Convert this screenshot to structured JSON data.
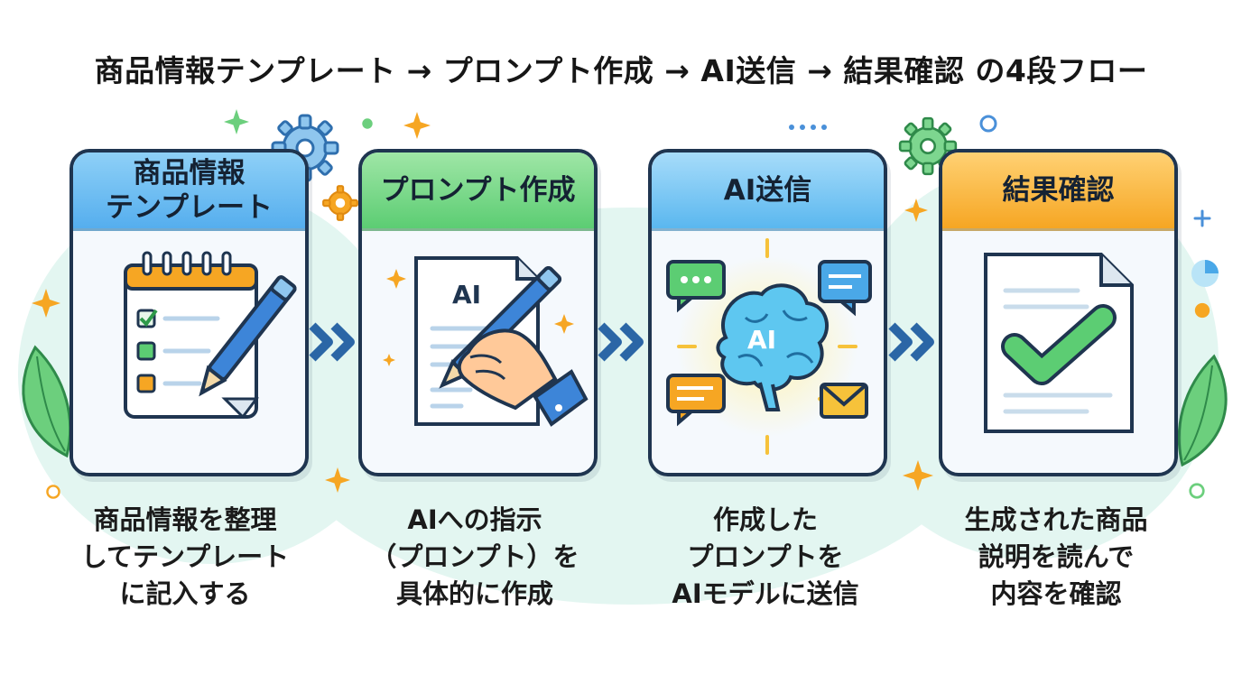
{
  "title": "商品情報テンプレート → プロンプト作成 → AI送信 → 結果確認 の4段フロー",
  "steps": [
    {
      "heading": "商品情報\nテンプレート",
      "icon": "notepad-checklist-pencil-icon",
      "description": [
        "商品情報を整理",
        "してテンプレート",
        "に記入する"
      ]
    },
    {
      "heading": "プロンプト作成",
      "icon": "hand-writing-ai-document-icon",
      "doc_label": "AI",
      "description": [
        "AIへの指示",
        "（プロンプト）を",
        "具体的に作成"
      ]
    },
    {
      "heading": "AI送信",
      "icon": "ai-brain-messages-icon",
      "brain_label": "AI",
      "description": [
        "作成した",
        "プロンプトを",
        "AIモデルに送信"
      ]
    },
    {
      "heading": "結果確認",
      "icon": "document-checkmark-icon",
      "description": [
        "生成された商品",
        "説明を読んで",
        "内容を確認"
      ]
    }
  ],
  "colors": {
    "outline": "#1f3550",
    "step1": "#55aeee",
    "step2": "#5ccd73",
    "step3": "#5ab7ef",
    "step4": "#f6a623",
    "arrow": "#2b66a6",
    "background_wash": "#e3f6f1"
  }
}
